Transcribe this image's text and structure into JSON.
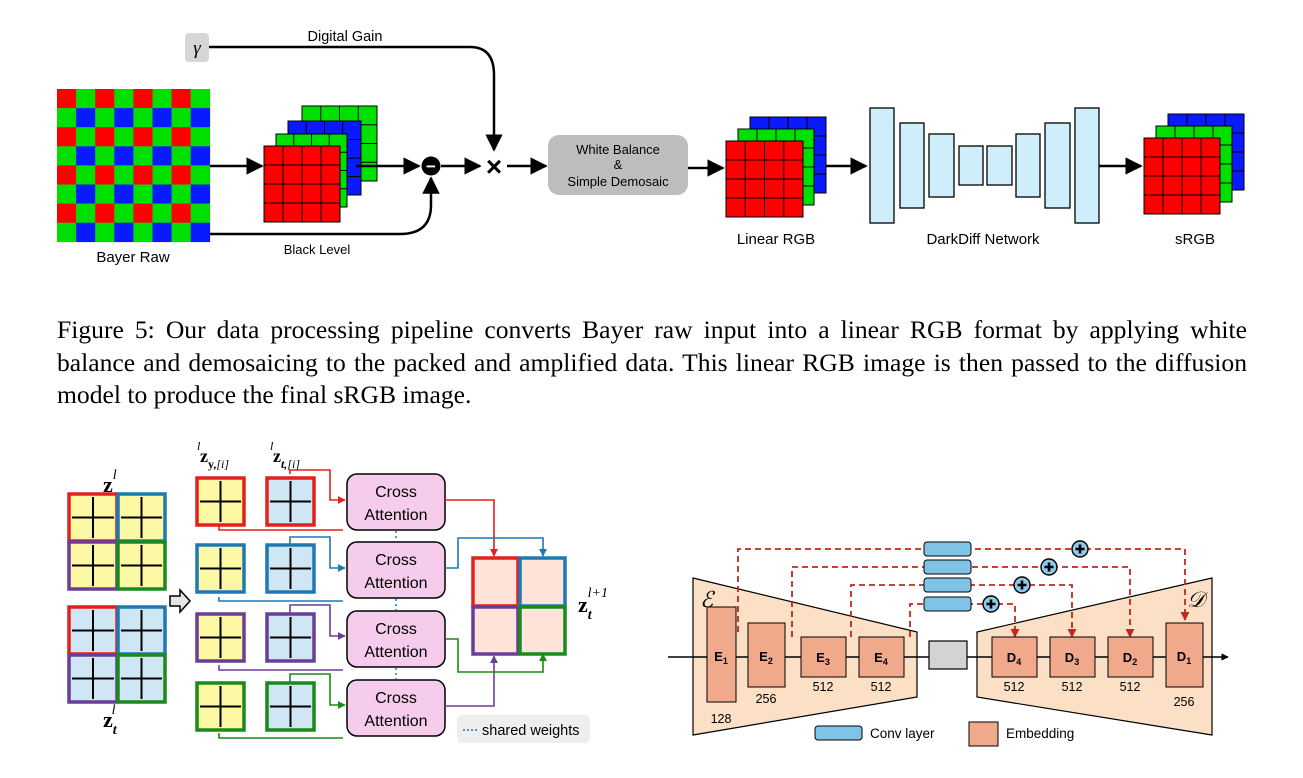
{
  "figure5": {
    "gamma_symbol": "γ",
    "digital_gain_label": "Digital Gain",
    "black_level_label": "Black Level",
    "bayer_raw_label": "Bayer Raw",
    "wb_box_lines": [
      "White Balance",
      "&",
      "Simple Demosaic"
    ],
    "linear_rgb_label": "Linear RGB",
    "network_label": "DarkDiff Network",
    "srgb_label": "sRGB",
    "subtract_symbol": "−",
    "multiply_symbol": "×",
    "colors": {
      "red": "#ff0000",
      "green": "#00e000",
      "blue": "#0a1aff",
      "net_fill": "#cfeefb",
      "wb_fill": "#bdbdbd"
    }
  },
  "caption": "Figure 5: Our data processing pipeline converts Bayer raw input into a linear RGB format by applying white balance and demosaicing to the packed and amplified data. This linear RGB image is then passed to the diffusion model to produce the final sRGB image.",
  "attention": {
    "z_y_base": "z",
    "z_y_sub": "y",
    "z_t_base": "z",
    "z_t_sub": "t",
    "superscript_l": "l",
    "superscript_l1": "l+1",
    "patch_index": "[i]",
    "y_sub_short": "y,",
    "t_sub_short": "t,",
    "cross_line1": "Cross",
    "cross_line2": "Attention",
    "shared_weights": "shared weights",
    "colors": {
      "red": "#e3211c",
      "blue": "#1f78b4",
      "purple": "#6a3d9a",
      "green": "#1a8a1a",
      "yellow": "#fdf8a4",
      "lightblue": "#cfe6f5",
      "pink": "#f5ccec",
      "peach": "#fde3d8"
    }
  },
  "unet": {
    "encoder_symbol": "ℰ",
    "decoder_symbol": "𝒟",
    "encoders": [
      {
        "name": "E",
        "sub": "1",
        "channels": "128"
      },
      {
        "name": "E",
        "sub": "2",
        "channels": "256"
      },
      {
        "name": "E",
        "sub": "3",
        "channels": "512"
      },
      {
        "name": "E",
        "sub": "4",
        "channels": "512"
      }
    ],
    "decoders": [
      {
        "name": "D",
        "sub": "4",
        "channels": "512"
      },
      {
        "name": "D",
        "sub": "3",
        "channels": "512"
      },
      {
        "name": "D",
        "sub": "2",
        "channels": "512"
      },
      {
        "name": "D",
        "sub": "1",
        "channels": "256"
      }
    ],
    "legend": {
      "conv": "Conv layer",
      "embedding": "Embedding"
    },
    "colors": {
      "conv": "#7fc3e6",
      "embedding": "#f0a98a",
      "trapezoid": "#fbe0c6",
      "dashed": "#c0281c",
      "plus": "#8fc9ea"
    }
  }
}
